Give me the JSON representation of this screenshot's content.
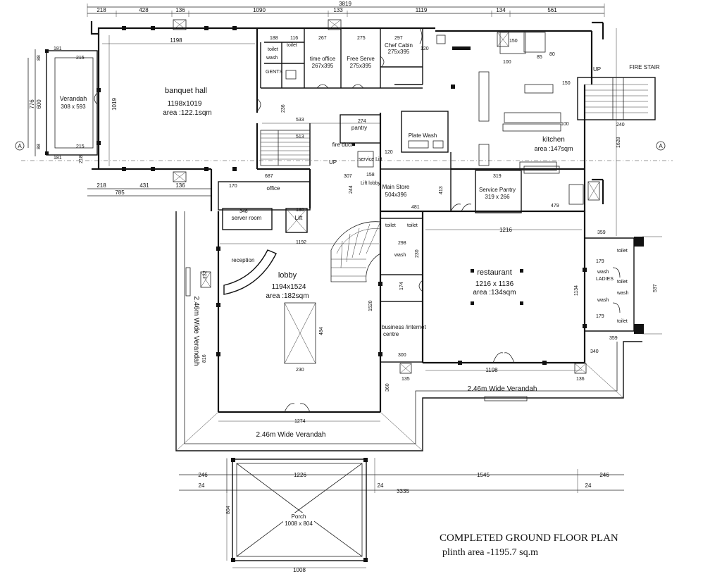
{
  "title": {
    "main": "COMPLETED GROUND  FLOOR PLAN",
    "sub": "plinth area   -1195.7 sq.m"
  },
  "top_dims": {
    "overall": "3819",
    "segments": [
      "218",
      "428",
      "136",
      "1090",
      "133",
      "1119",
      "134",
      "561"
    ]
  },
  "rooms": {
    "banquet": {
      "name": "banquet hall",
      "size": "1198x1019",
      "area": "area :122.1sqm"
    },
    "verandah_left": {
      "name": "Verandah",
      "size": "308 x 593"
    },
    "time_office": {
      "name": "time office",
      "size": "267x395"
    },
    "free_serve": {
      "name": "Free Serve",
      "size": "275x395"
    },
    "chef_cabin": {
      "name": "Chef Cabin",
      "size": "275x395"
    },
    "kitchen": {
      "name": "kitchen",
      "area": "area :147sqm"
    },
    "plate_wash": {
      "name": "Plate Wash"
    },
    "pantry": {
      "name": "pantry"
    },
    "fire_duct": {
      "name": "fire duct"
    },
    "service_lift": {
      "name": "service Lift"
    },
    "lift_lobby": {
      "name": "Lift lobby"
    },
    "main_store": {
      "name": "Main Store",
      "size": "504x396"
    },
    "service_pantry": {
      "name": "Service Pantry",
      "size": "319 x 266"
    },
    "office": {
      "name": "office"
    },
    "server_room": {
      "name": "server room"
    },
    "lift": {
      "name": "Lift"
    },
    "reception": {
      "name": "reception"
    },
    "lobby": {
      "name": "lobby",
      "size": "1194x1524",
      "area": "area :182sqm"
    },
    "restaurant": {
      "name": "restaurant",
      "size": "1216 x 1136",
      "area": "area :134sqm"
    },
    "business": {
      "name": "business /internet",
      "name2": "centre"
    },
    "porch": {
      "name": "Porch",
      "size": "1008 x 804"
    },
    "fire_stair": {
      "name": "FIRE STAIR"
    }
  },
  "verandahs": {
    "left": "2.46m Wide Verandah",
    "bottom": "2.46m Wide Verandah",
    "right": "2.46m Wide Verandah"
  },
  "labels": {
    "toilet": "toilet",
    "wash": "wash",
    "ladies": "LADIES",
    "gents": "GENTS",
    "up": "UP",
    "up2": "UP"
  },
  "dims": {
    "d1198_top": "1198",
    "d1019": "1019",
    "d776": "776",
    "d600": "600",
    "d181a": "181",
    "d181b": "181",
    "d215a": "215",
    "d215b": "215",
    "d88a": "88",
    "d88b": "88",
    "d218_left": "218",
    "d218_bottom": "218",
    "d431": "431",
    "d136_b": "136",
    "d785": "785",
    "d533": "533",
    "d513": "513",
    "d274": "274",
    "d236": "236",
    "d307": "307",
    "d158": "158",
    "d244": "244",
    "d120a": "120",
    "d120b": "120",
    "d413": "413",
    "d481": "481",
    "d319": "319",
    "d479": "479",
    "d1628": "1628",
    "d240": "240",
    "d150a": "150",
    "d150b": "150",
    "d100a": "100",
    "d100b": "100",
    "d85": "85",
    "d80": "80",
    "d687": "687",
    "d170": "170",
    "d348": "348",
    "d130": "130",
    "d1192": "1192",
    "d132": "132",
    "d816": "816",
    "d484": "484",
    "d230": "230",
    "d1520": "1520",
    "d298": "298",
    "d230b": "230",
    "d174": "174",
    "d300": "300",
    "d135": "135",
    "d360": "360",
    "d1216": "1216",
    "d359a": "359",
    "d359b": "359",
    "d537": "537",
    "d179a": "179",
    "d179b": "179",
    "d340": "340",
    "d1134": "1134",
    "d1198_bottom": "1198",
    "d136_r": "136",
    "d1274": "1274",
    "d246a": "246",
    "d246b": "246",
    "d1226": "1226",
    "d1545": "1545",
    "d24a": "24",
    "d24b": "24",
    "d24c": "24",
    "d3335": "3335",
    "d804": "804",
    "d1008": "1008",
    "d188": "188",
    "d116": "116",
    "d267": "267",
    "d275": "275",
    "d297": "297",
    "d395": "395"
  },
  "axis_marks": {
    "left": "A",
    "right": "A"
  }
}
